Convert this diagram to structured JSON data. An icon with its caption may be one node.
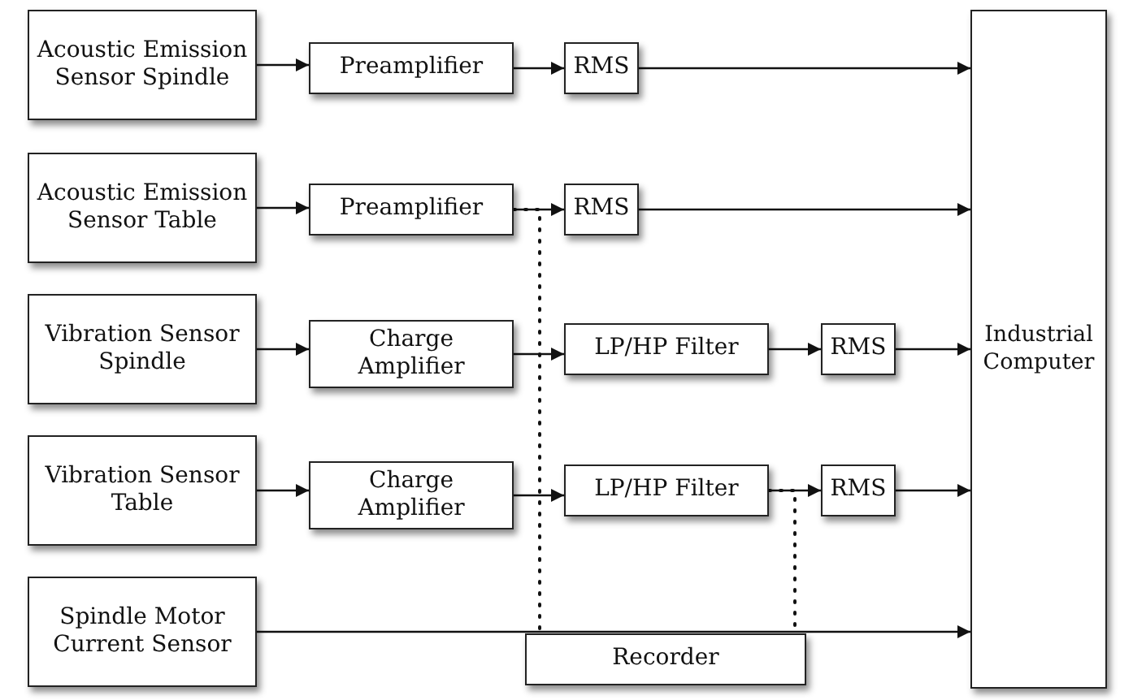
{
  "diagram": {
    "nodes": [
      {
        "text": [
          "Acoustic Emission Sensor Spindle"
        ]
      },
      {
        "text": [
          "Preamplifier"
        ]
      },
      {
        "text": [
          "RMS"
        ]
      },
      {
        "text": [
          "Acoustic Emission Sensor Table"
        ]
      },
      {
        "text": [
          "Preamplifier"
        ]
      },
      {
        "text": [
          "RMS"
        ]
      },
      {
        "text": [
          "Vibration Sensor Spindle"
        ]
      },
      {
        "text": [
          "Charge Amplifier"
        ]
      },
      {
        "text": [
          "LP/HP Filter"
        ]
      },
      {
        "text": [
          "RMS"
        ]
      },
      {
        "text": [
          "Vibration Sensor Table"
        ]
      },
      {
        "text": [
          "Charge Amplifier"
        ]
      },
      {
        "text": [
          "LP/HP Filter"
        ]
      },
      {
        "text": [
          "RMS"
        ]
      },
      {
        "text": [
          "Spindle Motor Current Sensor"
        ]
      },
      {
        "text": [
          "Recorder"
        ]
      },
      {
        "text": [
          "Industrial Computer"
        ]
      }
    ],
    "edges": [
      {
        "from": 0,
        "to": 1,
        "arrow": "to"
      },
      {
        "from": 1,
        "to": 2,
        "arrow": "to"
      },
      {
        "from": 2,
        "to": 16,
        "arrow": "to"
      },
      {
        "from": 3,
        "to": 4,
        "arrow": "to"
      },
      {
        "from": 4,
        "to": 5,
        "arrow": "to"
      },
      {
        "from": 5,
        "to": 16,
        "arrow": "to"
      },
      {
        "from": 6,
        "to": 7,
        "arrow": "to"
      },
      {
        "from": 7,
        "to": 8,
        "arrow": "to"
      },
      {
        "from": 8,
        "to": 9,
        "arrow": "to"
      },
      {
        "from": 9,
        "to": 16,
        "arrow": "to"
      },
      {
        "from": 10,
        "to": 11,
        "arrow": "to"
      },
      {
        "from": 11,
        "to": 12,
        "arrow": "to"
      },
      {
        "from": 12,
        "to": 13,
        "arrow": "to"
      },
      {
        "from": 13,
        "to": 16,
        "arrow": "to"
      },
      {
        "from": 14,
        "to": 16,
        "arrow": "to"
      },
      {
        "from": 4,
        "to": 15,
        "arrow": "none",
        "style": "dashed"
      },
      {
        "from": 12,
        "to": 15,
        "arrow": "none",
        "style": "dashed"
      }
    ]
  }
}
